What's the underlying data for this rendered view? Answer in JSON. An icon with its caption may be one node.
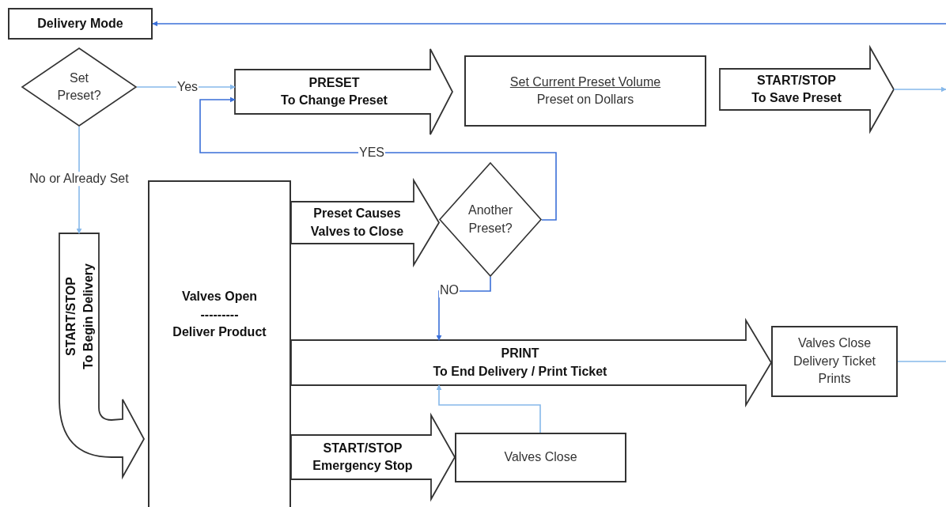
{
  "diagram": {
    "nodes": [
      {
        "text": [
          "Delivery Mode"
        ]
      },
      {
        "text": [
          "Set Preset?"
        ]
      },
      {
        "text": [
          "PRESET",
          "To Change Preset"
        ]
      },
      {
        "text": [
          "Set Current Preset Volume",
          "Preset on Dollars"
        ]
      },
      {
        "text": [
          "START/STOP",
          "To Save Preset"
        ]
      },
      {
        "text": [
          "START/STOP",
          "To Begin Delivery"
        ]
      },
      {
        "text": [
          "Valves Open",
          "---------",
          "Deliver Product"
        ]
      },
      {
        "text": [
          "Preset Causes Valves to Close"
        ]
      },
      {
        "text": [
          "Another Preset?"
        ]
      },
      {
        "text": [
          "PRINT",
          "To End Delivery / Print Ticket"
        ]
      },
      {
        "text": [
          "Valves Close Delivery Ticket Prints"
        ]
      },
      {
        "text": [
          "START/STOP",
          "Emergency Stop"
        ]
      },
      {
        "text": [
          "Valves Close"
        ]
      }
    ],
    "edges": [
      {
        "from": null,
        "to": 0,
        "arrow": "to",
        "color": "#3a6fd8"
      },
      {
        "from": 1,
        "to": 2,
        "arrow": "to",
        "label": "Yes"
      },
      {
        "from": 8,
        "to": 2,
        "arrow": "to",
        "label": "YES",
        "color": "#3a6fd8"
      },
      {
        "from": 1,
        "to": 5,
        "arrow": "to",
        "label": "No or Already Set"
      },
      {
        "from": 4,
        "to": null,
        "arrow": "to"
      },
      {
        "from": 8,
        "to": 9,
        "arrow": "to",
        "label": "NO",
        "color": "#3a6fd8"
      },
      {
        "from": 12,
        "to": 9,
        "arrow": "to"
      },
      {
        "from": 10,
        "to": null,
        "arrow": "none"
      },
      {
        "from": 6,
        "to": 8,
        "arrow": "to"
      },
      {
        "from": 6,
        "to": 10,
        "arrow": "to"
      },
      {
        "from": 6,
        "to": 12,
        "arrow": "to"
      }
    ]
  }
}
